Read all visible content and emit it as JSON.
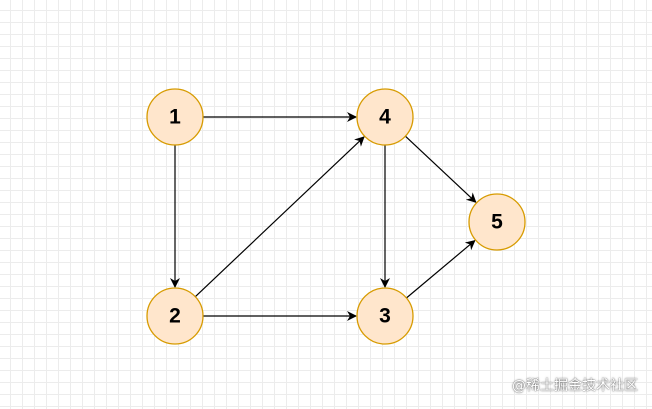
{
  "diagram": {
    "nodes": [
      {
        "id": "1",
        "label": "1"
      },
      {
        "id": "2",
        "label": "2"
      },
      {
        "id": "3",
        "label": "3"
      },
      {
        "id": "4",
        "label": "4"
      },
      {
        "id": "5",
        "label": "5"
      }
    ],
    "edges": [
      {
        "from": "1",
        "to": "4"
      },
      {
        "from": "1",
        "to": "2"
      },
      {
        "from": "2",
        "to": "4"
      },
      {
        "from": "2",
        "to": "3"
      },
      {
        "from": "4",
        "to": "3"
      },
      {
        "from": "4",
        "to": "5"
      },
      {
        "from": "3",
        "to": "5"
      }
    ],
    "colors": {
      "node_fill": "#ffe6cc",
      "node_stroke": "#d79b00",
      "edge": "#000000",
      "grid": "#ececec"
    }
  },
  "watermark": {
    "text": "@稀土掘金技术社区"
  }
}
